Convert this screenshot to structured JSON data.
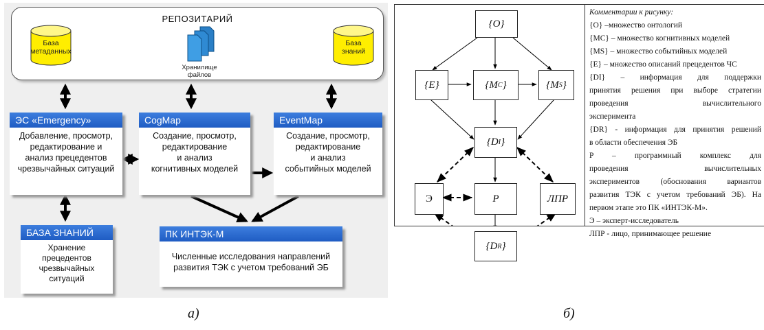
{
  "panel_a": {
    "repository": {
      "title": "РЕПОЗИТАРИЙ",
      "metadata_db": [
        "База",
        "метаданных"
      ],
      "file_storage": [
        "Хранилище",
        "файлов"
      ],
      "knowledge_db": [
        "База",
        "знаний"
      ]
    },
    "boxes": {
      "emergency": {
        "title": "ЭС «Emergency»",
        "lines": [
          "Добавление, просмотр,",
          "редактирование и",
          "анализ прецедентов",
          "чрезвычайных ситуаций"
        ]
      },
      "cogmap": {
        "title": "CogMap",
        "lines": [
          "Создание, просмотр,",
          "редактирование",
          "и анализ",
          "когнитивных моделей"
        ]
      },
      "eventmap": {
        "title": "EventMap",
        "lines": [
          "Создание, просмотр,",
          "редактирование",
          "и анализ",
          "событийных моделей"
        ]
      },
      "knowledge_base": {
        "title": "БАЗА ЗНАНИЙ",
        "lines": [
          "Хранение",
          "прецедентов",
          "чрезвычайных",
          "ситуаций"
        ]
      },
      "intek": {
        "title": "ПК ИНТЭК-М",
        "lines": [
          "Численные исследования направлений",
          "развития ТЭК с учетом требований ЭБ"
        ]
      }
    },
    "caption": "а)"
  },
  "panel_b": {
    "nodes": {
      "O": "{O}",
      "E": "{E}",
      "Mc_base": "{M",
      "Mc_sub": "C",
      "Ms_base": "{M",
      "Ms_sub": "S",
      "DI_base": "{D",
      "DI_sub": "I",
      "DR_base": "{D",
      "DR_sub": "R",
      "expert": "Э",
      "P": "P",
      "lpr": "ЛПР"
    },
    "comments": {
      "title": "Комментарии к рисунку:",
      "O": "{O} –множество онтологий",
      "Mc": "{MC} – множество когнитивных моделей",
      "Ms": "{MS} – множество событийных моделей",
      "E": "{E} – множество описаний прецедентов ЧС",
      "DI_1": "{DI} – информация для поддержки",
      "DI_2": "принятия решения при выборе стратегии",
      "DI_3": "проведения вычислительного",
      "DI_4": "эксперимента",
      "DR_1": "{DR} - информация для принятия решений",
      "DR_2": "в области обеспечения ЭБ",
      "P_1": "P – программный комплекс для",
      "P_2": "проведения вычислительных",
      "P_3": "экспериментов (обоснования вариантов",
      "P_4": "развития ТЭК с учетом требований ЭБ). На",
      "P_5": "первом этапе это ПК «ИНТЭК-М».",
      "expert": "Э – эксперт-исследователь",
      "lpr": "ЛПР - лицо, принимающее решение"
    },
    "caption": "б)"
  },
  "colors": {
    "header_blue": "#1f5cc3",
    "cylinder_yellow": "#ffee00",
    "file_blue": "#2a7fc6"
  }
}
